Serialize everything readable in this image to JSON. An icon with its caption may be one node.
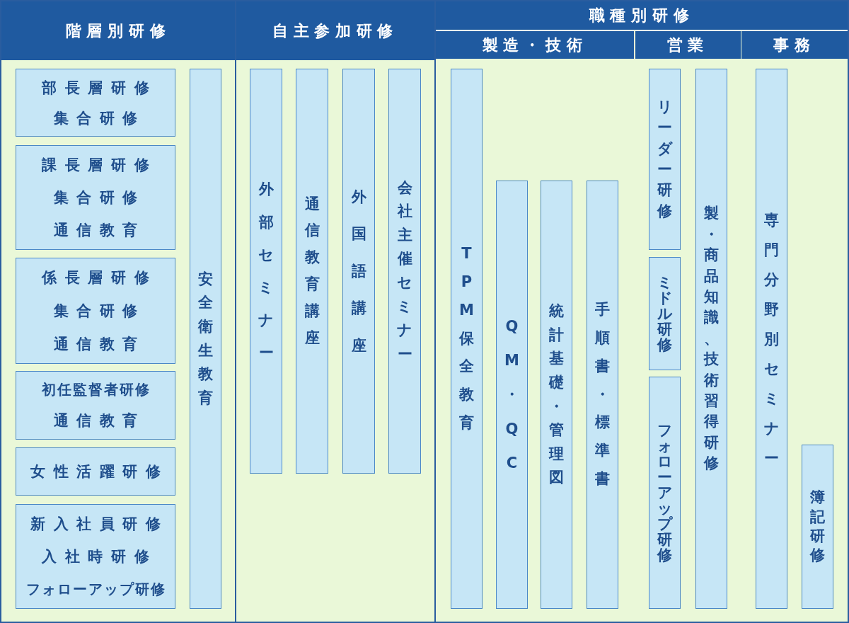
{
  "diagram": {
    "nodes": [
      {
        "text": [
          "階層別研修"
        ]
      },
      {
        "text": [
          "部長層研修",
          "集合研修"
        ],
        "in": 0
      },
      {
        "text": [
          "課長層研修",
          "集合研修",
          "通信教育"
        ],
        "in": 0
      },
      {
        "text": [
          "係長層研修",
          "集合研修",
          "通信教育"
        ],
        "in": 0
      },
      {
        "text": [
          "初任監督者研修",
          "通信教育"
        ],
        "in": 0
      },
      {
        "text": [
          "女性活躍研修"
        ],
        "in": 0
      },
      {
        "text": [
          "新入社員研修",
          "入社時研修",
          "フォローアップ研修"
        ],
        "in": 0
      },
      {
        "text": [
          "安全衛生教育"
        ],
        "in": 0
      },
      {
        "text": [
          "自主参加研修"
        ]
      },
      {
        "text": [
          "外部セミナー"
        ],
        "in": 8
      },
      {
        "text": [
          "通信教育講座"
        ],
        "in": 8
      },
      {
        "text": [
          "外国語講座"
        ],
        "in": 8
      },
      {
        "text": [
          "会社主催セミナー"
        ],
        "in": 8
      },
      {
        "text": [
          "職種別研修"
        ]
      },
      {
        "text": [
          "製造・技術"
        ],
        "in": 13
      },
      {
        "text": [
          "TPM保全教育"
        ],
        "in": 14
      },
      {
        "text": [
          "QM・QC"
        ],
        "in": 14
      },
      {
        "text": [
          "統計基礎・管理図"
        ],
        "in": 14
      },
      {
        "text": [
          "手順書・標準書"
        ],
        "in": 14
      },
      {
        "text": [
          "営業"
        ],
        "in": 13
      },
      {
        "text": [
          "リーダー研修"
        ],
        "in": 19
      },
      {
        "text": [
          "ミドル研修"
        ],
        "in": 19
      },
      {
        "text": [
          "フォローアップ研修"
        ],
        "in": 19
      },
      {
        "text": [
          "製・商品知識、技術習得研修"
        ],
        "in": 19
      },
      {
        "text": [
          "事務"
        ],
        "in": 13
      },
      {
        "text": [
          "専門分野別セミナー"
        ],
        "in": 24
      },
      {
        "text": [
          "簿記研修"
        ],
        "in": 24
      }
    ]
  }
}
